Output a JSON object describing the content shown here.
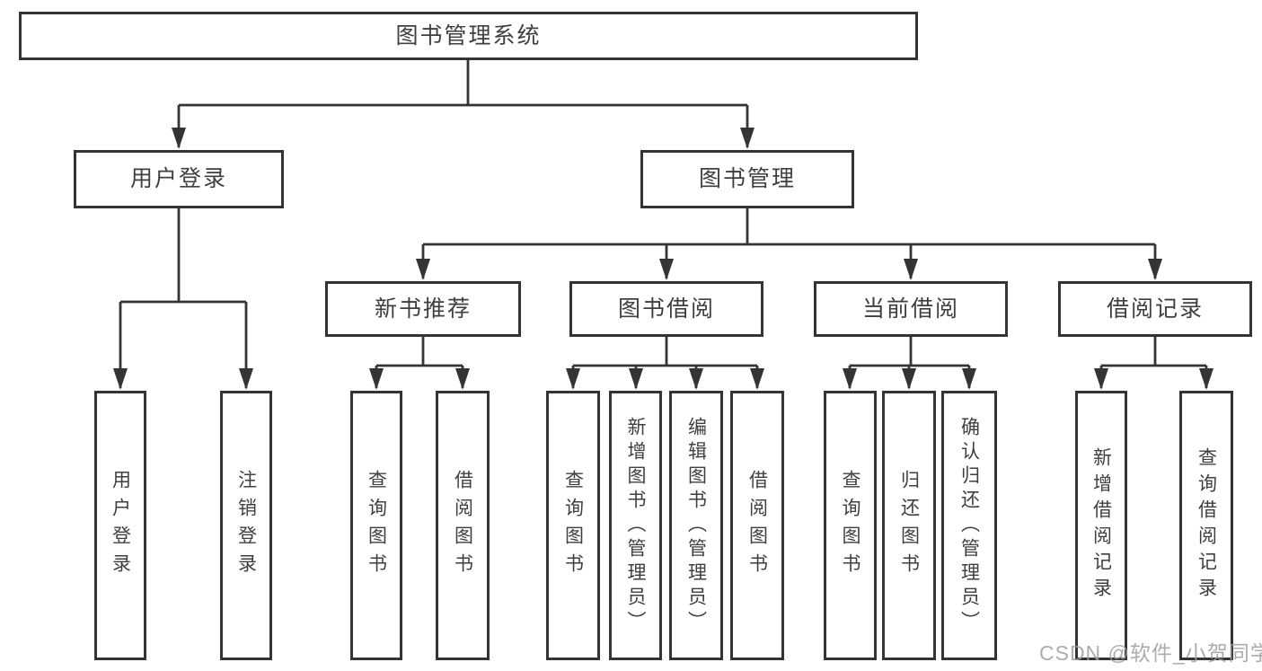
{
  "diagram": {
    "root": {
      "label": "图书管理系统"
    },
    "user_branch": {
      "label": "用户登录",
      "children": [
        {
          "label": "用户登录"
        },
        {
          "label": "注销登录"
        }
      ]
    },
    "book_branch": {
      "label": "图书管理",
      "children": [
        {
          "label": "新书推荐",
          "children": [
            {
              "label": "查询图书"
            },
            {
              "label": "借阅图书"
            }
          ]
        },
        {
          "label": "图书借阅",
          "children": [
            {
              "label": "查询图书"
            },
            {
              "label": "新增图书（管理员）"
            },
            {
              "label": "编辑图书（管理员）"
            },
            {
              "label": "借阅图书"
            }
          ]
        },
        {
          "label": "当前借阅",
          "children": [
            {
              "label": "查询图书"
            },
            {
              "label": "归还图书"
            },
            {
              "label": "确认归还（管理员）"
            }
          ]
        },
        {
          "label": "借阅记录",
          "children": [
            {
              "label": "新增借阅记录"
            },
            {
              "label": "查询借阅记录"
            }
          ]
        }
      ]
    },
    "colors": {
      "line": "#343434",
      "text": "#3f3f3f",
      "background": "#ffffff",
      "watermark": "#9e9e9e"
    }
  },
  "watermark": {
    "text": "CSDN @软件_小贺同学"
  }
}
